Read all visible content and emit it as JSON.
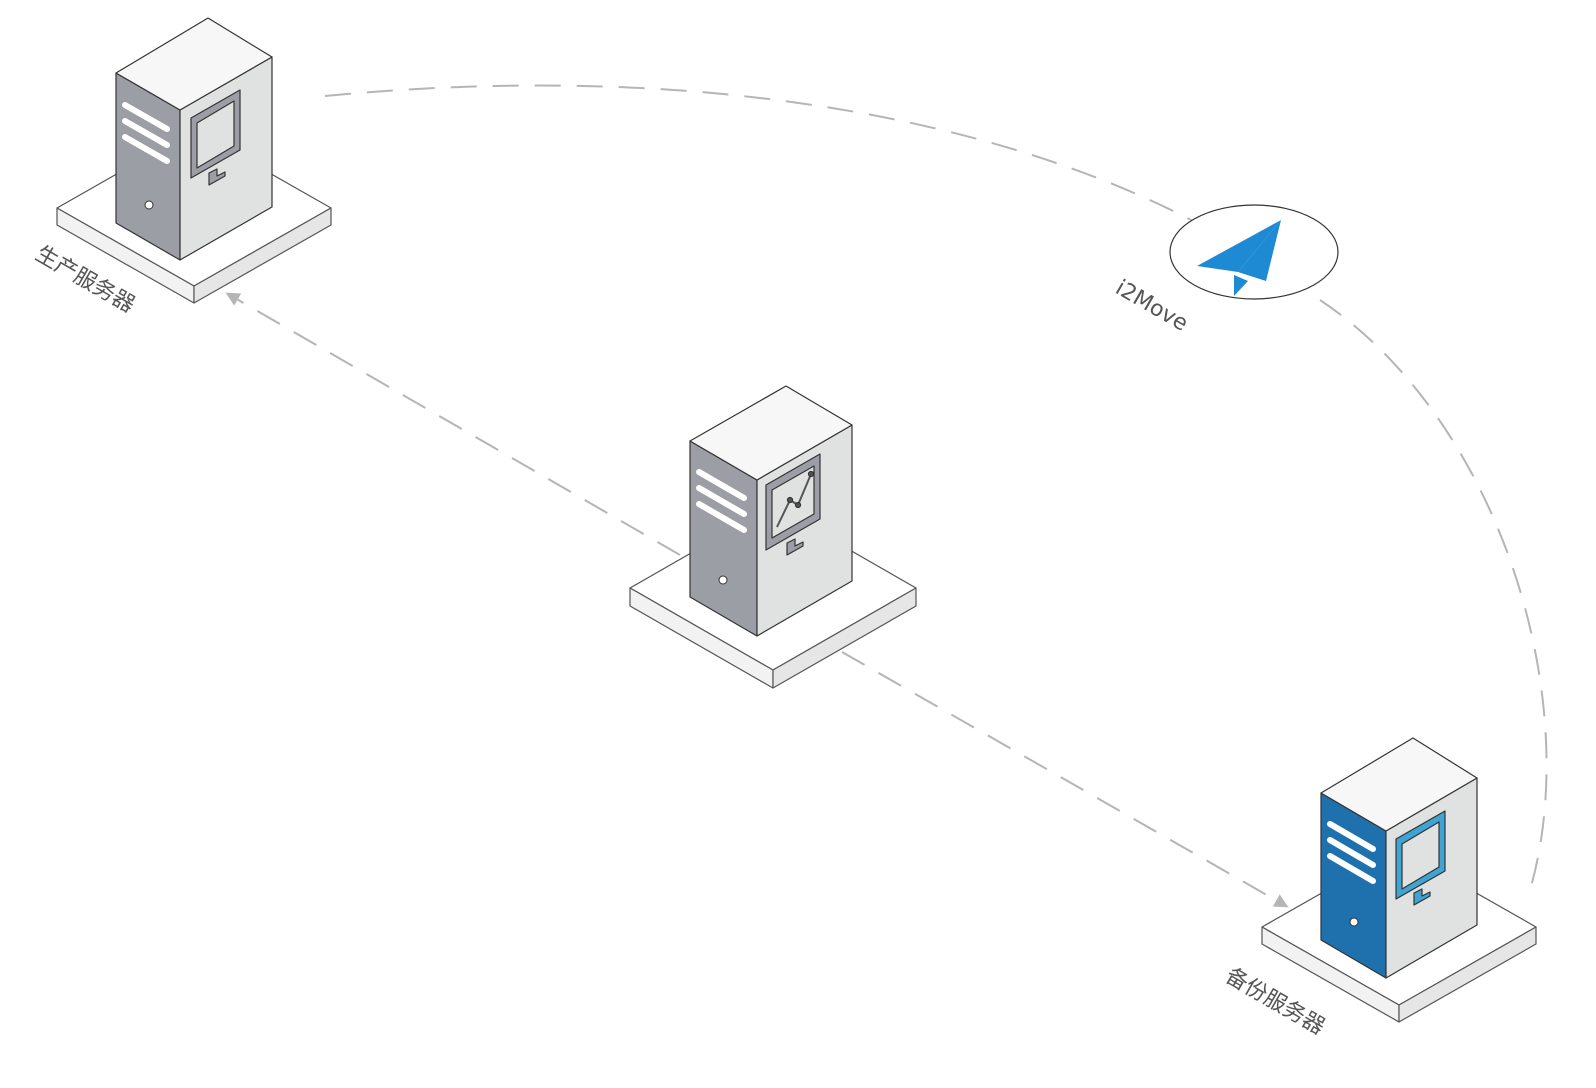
{
  "nodes": {
    "production": {
      "label": "生产服务器",
      "body_color": "#9c9ea6"
    },
    "monitor": {
      "label": "",
      "body_color": "#9c9ea6"
    },
    "backup": {
      "label": "备份服务器",
      "body_color": "#1f71ad"
    }
  },
  "tool": {
    "label": "i2Move",
    "icon": "paper-plane-icon",
    "icon_color": "#1e8ad4"
  },
  "connections": [
    {
      "from": "i2Move",
      "to": "生产服务器",
      "style": "dashed"
    },
    {
      "from": "i2Move",
      "to": "备份服务器",
      "style": "dashed"
    },
    {
      "from": "monitor",
      "to": "生产服务器",
      "style": "dashed-arrow"
    },
    {
      "from": "monitor",
      "to": "备份服务器",
      "style": "dashed-arrow"
    }
  ]
}
